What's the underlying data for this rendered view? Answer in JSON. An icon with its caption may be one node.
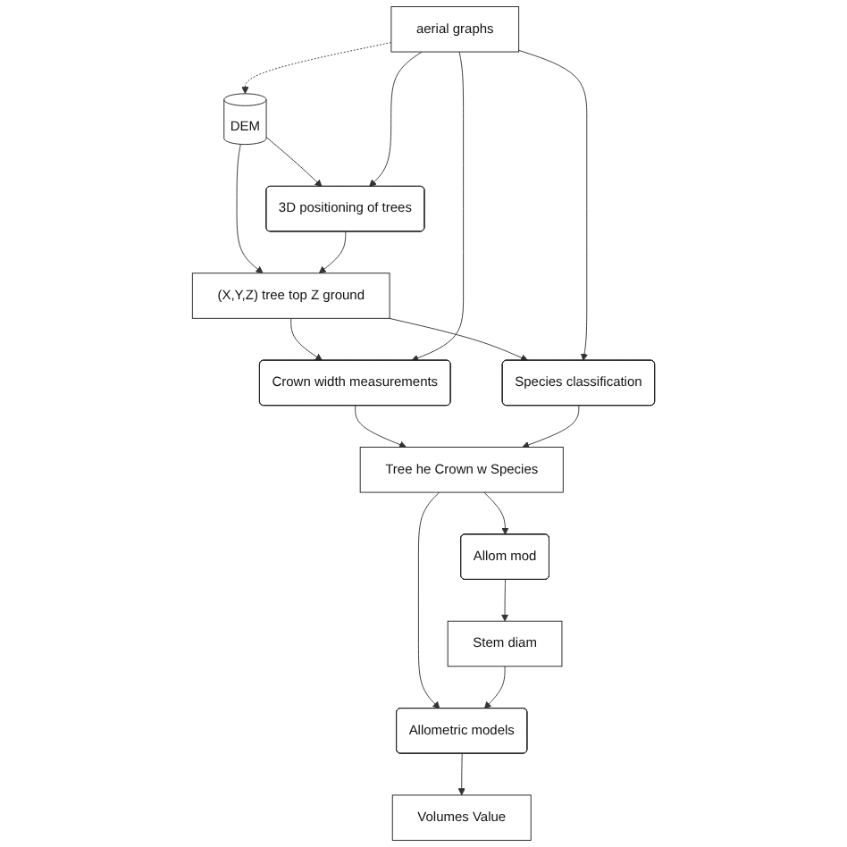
{
  "diagram": {
    "nodes": [
      {
        "text": [
          "aerial graphs"
        ]
      },
      {
        "text": [
          "DEM"
        ]
      },
      {
        "text": [
          "3D positioning of trees"
        ]
      },
      {
        "text": [
          "(X,Y,Z) tree top Z ground"
        ]
      },
      {
        "text": [
          "Crown width measurements"
        ]
      },
      {
        "text": [
          "Species classification"
        ]
      },
      {
        "text": [
          "Tree he Crown w Species"
        ]
      },
      {
        "text": [
          "Allom mod"
        ]
      },
      {
        "text": [
          "Stem diam"
        ]
      },
      {
        "text": [
          "Allometric models"
        ]
      },
      {
        "text": [
          "Volumes Value"
        ]
      }
    ],
    "edges": [
      {
        "from": 0,
        "to": 1,
        "arrow": "to",
        "style": "dashed"
      },
      {
        "from": 1,
        "to": 2,
        "arrow": "to"
      },
      {
        "from": 1,
        "to": 3,
        "arrow": "to"
      },
      {
        "from": 0,
        "to": 2,
        "arrow": "to"
      },
      {
        "from": 2,
        "to": 3,
        "arrow": "to"
      },
      {
        "from": 3,
        "to": 4,
        "arrow": "to"
      },
      {
        "from": 3,
        "to": 5,
        "arrow": "to"
      },
      {
        "from": 0,
        "to": 4,
        "arrow": "to"
      },
      {
        "from": 0,
        "to": 5,
        "arrow": "to"
      },
      {
        "from": 4,
        "to": 6,
        "arrow": "to"
      },
      {
        "from": 5,
        "to": 6,
        "arrow": "to"
      },
      {
        "from": 6,
        "to": 7,
        "arrow": "to"
      },
      {
        "from": 7,
        "to": 8,
        "arrow": "to"
      },
      {
        "from": 6,
        "to": 9,
        "arrow": "to"
      },
      {
        "from": 8,
        "to": 9,
        "arrow": "to"
      },
      {
        "from": 9,
        "to": 10,
        "arrow": "to"
      }
    ]
  }
}
